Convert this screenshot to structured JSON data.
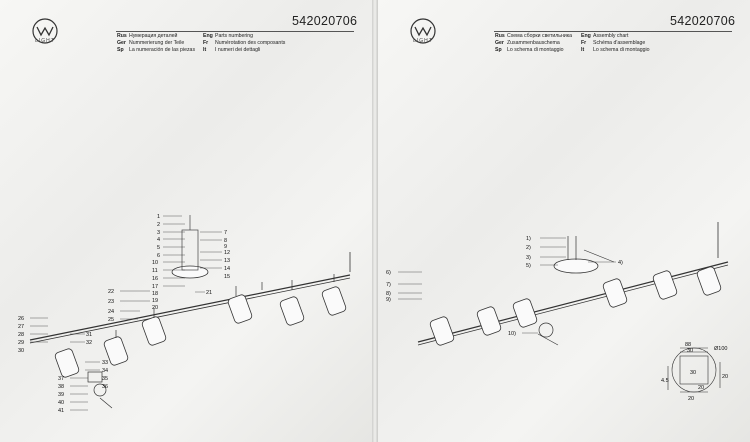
{
  "left": {
    "brand": "LIGHT",
    "code": "542020706",
    "langs": [
      {
        "code": "Rus",
        "text": "Нумерация деталей"
      },
      {
        "code": "Ger",
        "text": "Nummerierung der Teile"
      },
      {
        "code": "Sp",
        "text": "La numeración de las piezas"
      }
    ],
    "langs2": [
      {
        "code": "Eng",
        "text": "Parts numbering"
      },
      {
        "code": "Fr",
        "text": "Numérotation des composants"
      },
      {
        "code": "It",
        "text": "I numeri dei dettagli"
      }
    ],
    "part_numbers": [
      "1",
      "2",
      "3",
      "4",
      "5",
      "6",
      "7",
      "8",
      "9",
      "10",
      "11",
      "12",
      "13",
      "14",
      "15",
      "16",
      "17",
      "18",
      "19",
      "20",
      "21",
      "22",
      "23",
      "24",
      "25",
      "26",
      "27",
      "28",
      "29",
      "30",
      "31",
      "32",
      "33",
      "34",
      "35",
      "36",
      "37",
      "38",
      "39",
      "40",
      "41"
    ]
  },
  "right": {
    "brand": "LIGHT",
    "code": "542020706",
    "langs": [
      {
        "code": "Rus",
        "text": "Схема сборки светильника"
      },
      {
        "code": "Ger",
        "text": "Zusammenbauschema"
      },
      {
        "code": "Sp",
        "text": "Lo schema di montaggio"
      }
    ],
    "langs2": [
      {
        "code": "Eng",
        "text": "Assembly chart"
      },
      {
        "code": "Fr",
        "text": "Schéma d'assemblage"
      },
      {
        "code": "It",
        "text": "Lo schema di montaggio"
      }
    ],
    "steps": [
      "1)",
      "2)",
      "3)",
      "4)",
      "5)",
      "6)",
      "7)",
      "8)",
      "9)",
      "10)"
    ],
    "dimensions": [
      "88",
      "30",
      "Ø100",
      "20",
      "30",
      "20",
      "4.5",
      "20"
    ]
  }
}
